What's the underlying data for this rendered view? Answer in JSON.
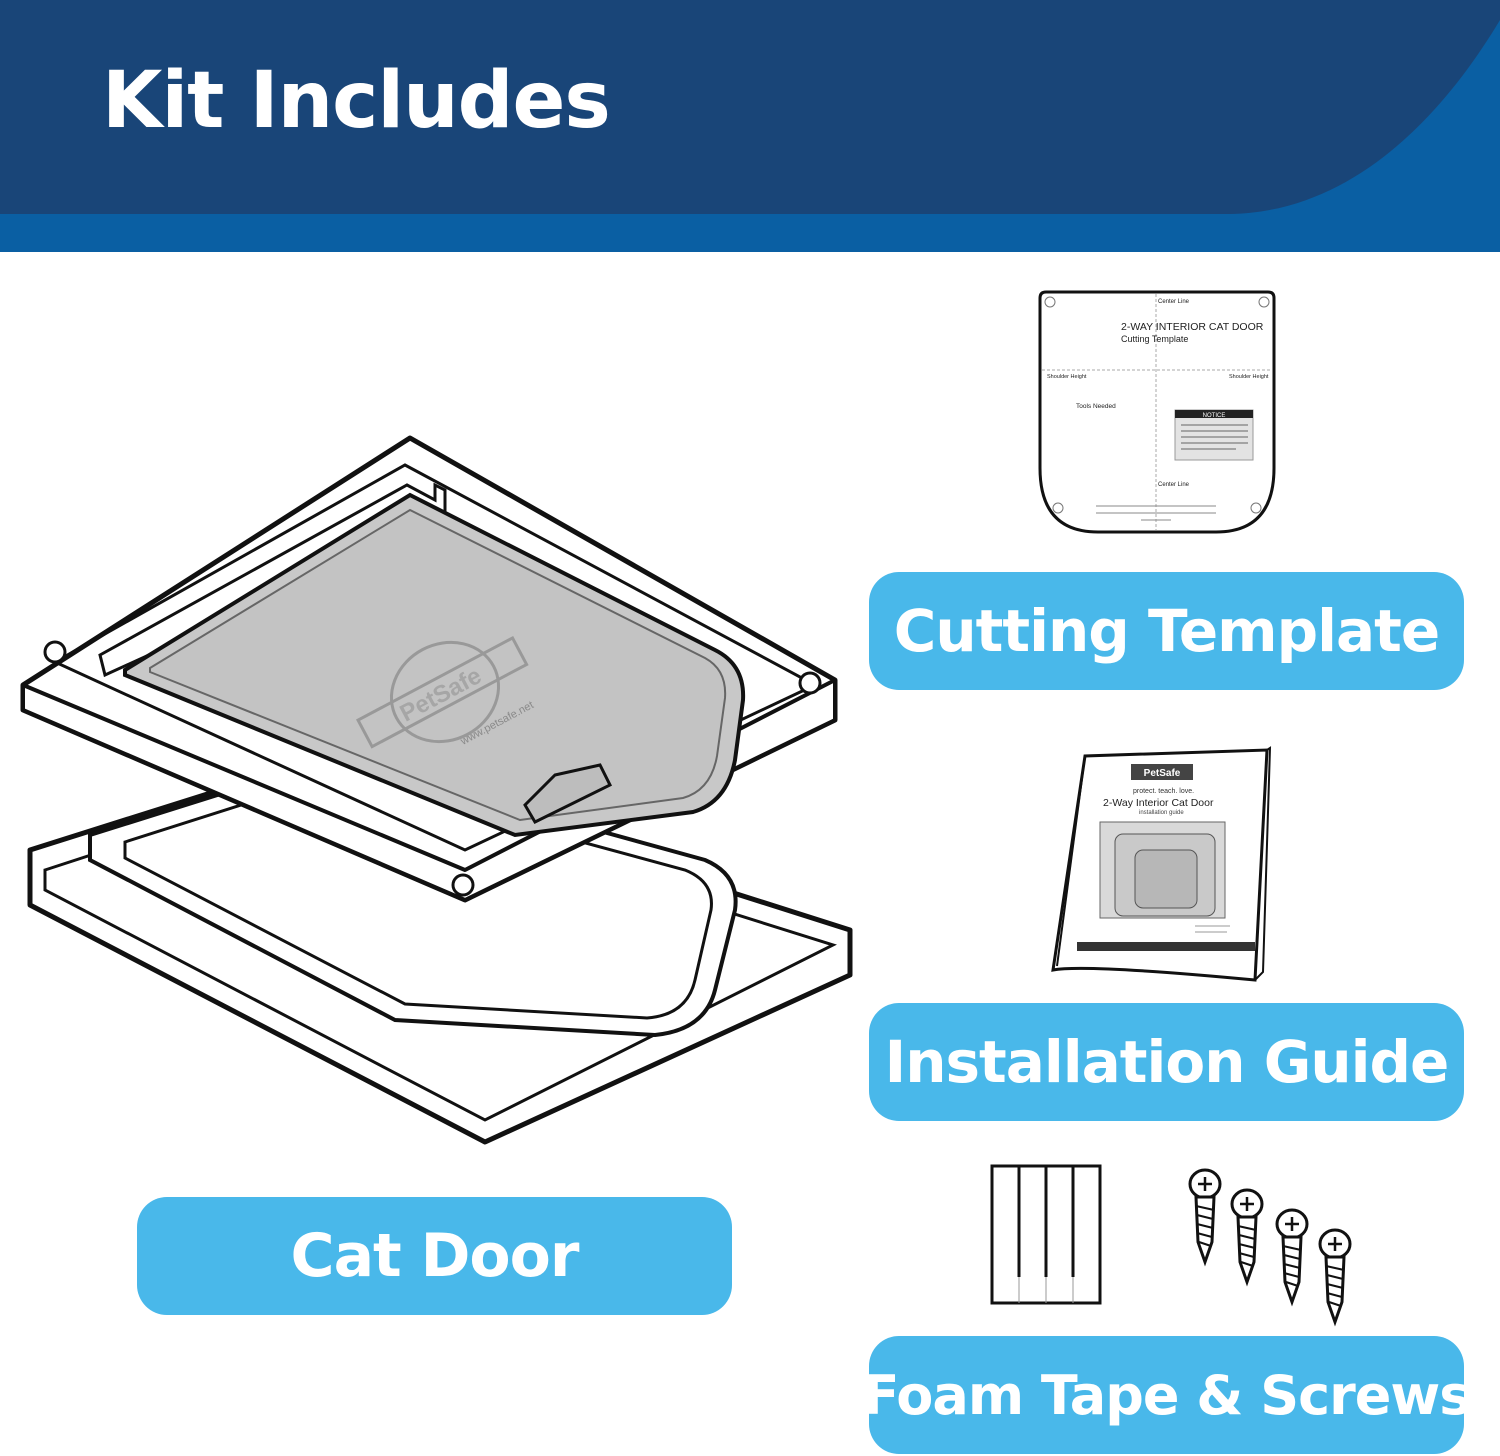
{
  "banner": {
    "title": "Kit Includes",
    "colors": {
      "dark": "#194578",
      "stripe": "#0a5fa3"
    }
  },
  "items": {
    "cat_door": {
      "label": "Cat Door"
    },
    "cutting_template": {
      "label": "Cutting Template"
    },
    "installation_guide": {
      "label": "Installation Guide"
    },
    "foam_tape_screws": {
      "label": "Foam Tape & Screws"
    }
  },
  "template_sheet": {
    "heading": "2-WAY INTERIOR CAT DOOR",
    "subheading": "Cutting Template",
    "center_line_top": "Center Line",
    "center_line_bottom": "Center Line",
    "shoulder_left": "Shoulder Height",
    "shoulder_right": "Shoulder Height",
    "tools": "Tools Needed",
    "notice": "NOTICE"
  },
  "guide_booklet": {
    "brand": "PetSafe",
    "tagline": "protect. teach. love.",
    "title": "2-Way Interior Cat Door",
    "subtitle": "installation guide"
  },
  "flap_logo": {
    "brand": "PetSafe",
    "url": "www.petsafe.net"
  },
  "colors": {
    "pill": "#49b8ea",
    "flap": "#c8c8c8",
    "outline": "#111111"
  }
}
